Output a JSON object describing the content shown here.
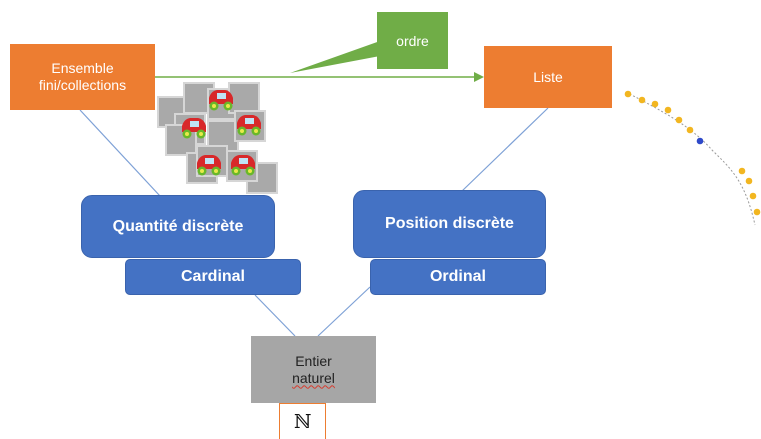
{
  "nodes": {
    "ensemble": "Ensemble\nfini/collections",
    "ordre": "ordre",
    "liste": "Liste",
    "quantite": "Quantité discrète",
    "cardinal": "Cardinal",
    "position": "Position discrète",
    "ordinal": "Ordinal",
    "entier_line1": "Entier",
    "entier_line2": "naturel",
    "naturals_symbol": "ℕ"
  },
  "colors": {
    "orange": "#ed7d31",
    "green": "#70ad47",
    "blue": "#4472c4",
    "grey": "#a6a6a6",
    "connector": "#7ea1d6"
  },
  "icons": {
    "collection_item": "car-icon",
    "list_beads": "bead-icon"
  }
}
